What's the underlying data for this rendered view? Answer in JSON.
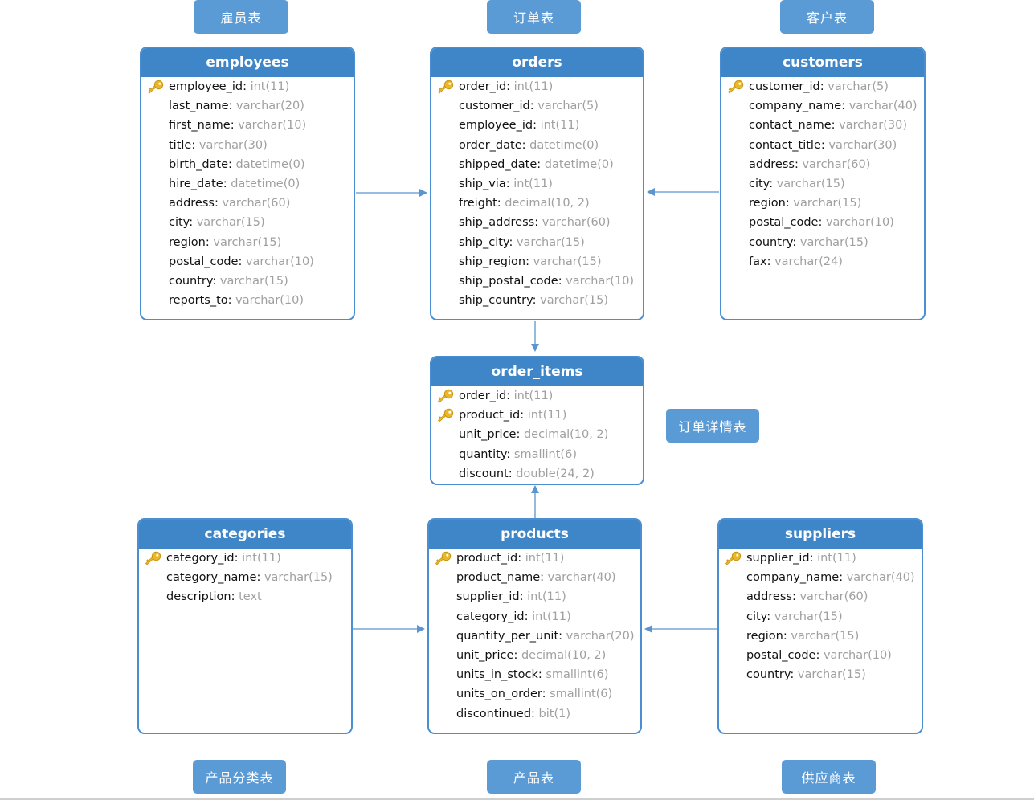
{
  "labels": {
    "employees_cn": "雇员表",
    "orders_cn": "订单表",
    "customers_cn": "客户表",
    "order_items_cn": "订单详情表",
    "categories_cn": "产品分类表",
    "products_cn": "产品表",
    "suppliers_cn": "供应商表"
  },
  "tables": {
    "employees": {
      "name": "employees",
      "fields": [
        {
          "name": "employee_id",
          "type": "int(11)",
          "pk": true
        },
        {
          "name": "last_name",
          "type": "varchar(20)"
        },
        {
          "name": "first_name",
          "type": "varchar(10)"
        },
        {
          "name": "title",
          "type": "varchar(30)"
        },
        {
          "name": "birth_date",
          "type": "datetime(0)"
        },
        {
          "name": "hire_date",
          "type": "datetime(0)"
        },
        {
          "name": "address",
          "type": "varchar(60)"
        },
        {
          "name": "city",
          "type": "varchar(15)"
        },
        {
          "name": "region",
          "type": "varchar(15)"
        },
        {
          "name": "postal_code",
          "type": "varchar(10)"
        },
        {
          "name": "country",
          "type": "varchar(15)"
        },
        {
          "name": "reports_to",
          "type": "varchar(10)"
        }
      ]
    },
    "orders": {
      "name": "orders",
      "fields": [
        {
          "name": "order_id",
          "type": "int(11)",
          "pk": true
        },
        {
          "name": "customer_id",
          "type": "varchar(5)"
        },
        {
          "name": "employee_id",
          "type": "int(11)"
        },
        {
          "name": "order_date",
          "type": "datetime(0)"
        },
        {
          "name": "shipped_date",
          "type": "datetime(0)"
        },
        {
          "name": "ship_via",
          "type": "int(11)"
        },
        {
          "name": "freight",
          "type": "decimal(10, 2)"
        },
        {
          "name": "ship_address",
          "type": "varchar(60)"
        },
        {
          "name": "ship_city",
          "type": "varchar(15)"
        },
        {
          "name": "ship_region",
          "type": "varchar(15)"
        },
        {
          "name": "ship_postal_code",
          "type": "varchar(10)"
        },
        {
          "name": "ship_country",
          "type": "varchar(15)"
        }
      ]
    },
    "customers": {
      "name": "customers",
      "fields": [
        {
          "name": "customer_id",
          "type": "varchar(5)",
          "pk": true
        },
        {
          "name": "company_name",
          "type": "varchar(40)"
        },
        {
          "name": "contact_name",
          "type": "varchar(30)"
        },
        {
          "name": "contact_title",
          "type": "varchar(30)"
        },
        {
          "name": "address",
          "type": "varchar(60)"
        },
        {
          "name": "city",
          "type": "varchar(15)"
        },
        {
          "name": "region",
          "type": "varchar(15)"
        },
        {
          "name": "postal_code",
          "type": "varchar(10)"
        },
        {
          "name": "country",
          "type": "varchar(15)"
        },
        {
          "name": "fax",
          "type": "varchar(24)"
        }
      ]
    },
    "order_items": {
      "name": "order_items",
      "fields": [
        {
          "name": "order_id",
          "type": "int(11)",
          "pk": true
        },
        {
          "name": "product_id",
          "type": "int(11)",
          "pk": true
        },
        {
          "name": "unit_price",
          "type": "decimal(10, 2)"
        },
        {
          "name": "quantity",
          "type": "smallint(6)"
        },
        {
          "name": "discount",
          "type": "double(24, 2)"
        }
      ]
    },
    "categories": {
      "name": "categories",
      "fields": [
        {
          "name": "category_id",
          "type": "int(11)",
          "pk": true
        },
        {
          "name": "category_name",
          "type": "varchar(15)"
        },
        {
          "name": "description",
          "type": "text"
        }
      ]
    },
    "products": {
      "name": "products",
      "fields": [
        {
          "name": "product_id",
          "type": "int(11)",
          "pk": true
        },
        {
          "name": "product_name",
          "type": "varchar(40)"
        },
        {
          "name": "supplier_id",
          "type": "int(11)"
        },
        {
          "name": "category_id",
          "type": "int(11)"
        },
        {
          "name": "quantity_per_unit",
          "type": "varchar(20)"
        },
        {
          "name": "unit_price",
          "type": "decimal(10, 2)"
        },
        {
          "name": "units_in_stock",
          "type": "smallint(6)"
        },
        {
          "name": "units_on_order",
          "type": "smallint(6)"
        },
        {
          "name": "discontinued",
          "type": "bit(1)"
        }
      ]
    },
    "suppliers": {
      "name": "suppliers",
      "fields": [
        {
          "name": "supplier_id",
          "type": "int(11)",
          "pk": true
        },
        {
          "name": "company_name",
          "type": "varchar(40)"
        },
        {
          "name": "address",
          "type": "varchar(60)"
        },
        {
          "name": "city",
          "type": "varchar(15)"
        },
        {
          "name": "region",
          "type": "varchar(15)"
        },
        {
          "name": "postal_code",
          "type": "varchar(10)"
        },
        {
          "name": "country",
          "type": "varchar(15)"
        }
      ]
    }
  },
  "colors": {
    "header_blue": "#3f86c9",
    "border_blue": "#4a8fd1",
    "label_blue": "#5b9bd5",
    "arrow_blue": "#5a95d0",
    "type_gray": "#a0a0a0",
    "key_gold": "#e8b82a"
  }
}
